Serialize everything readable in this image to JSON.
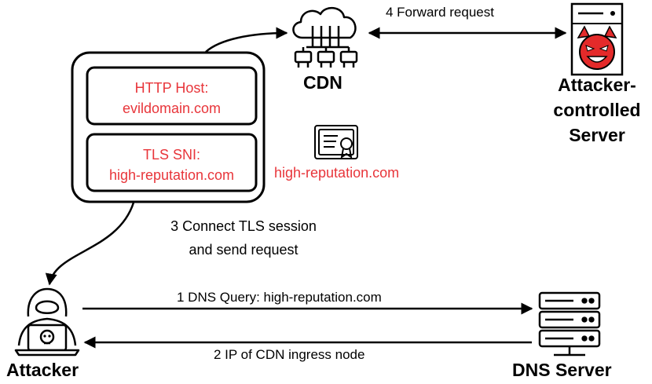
{
  "nodes": {
    "cdn": "CDN",
    "attacker_server": [
      "Attacker-",
      "controlled",
      "Server"
    ],
    "attacker": "Attacker",
    "dns_server": "DNS Server"
  },
  "packet": {
    "http_host_label": "HTTP Host:",
    "http_host_value": "evildomain.com",
    "tls_sni_label": "TLS SNI:",
    "tls_sni_value": "high-reputation.com"
  },
  "certificate_label": "high-reputation.com",
  "steps": {
    "dns_query": "1 DNS Query: high-reputation.com",
    "dns_reply": "2 IP of CDN ingress node",
    "connect_line1": "3 Connect TLS session",
    "connect_line2": "and send request",
    "forward": "4 Forward request"
  },
  "colors": {
    "highlight": "#e8353a",
    "devil": "#e42a2a"
  }
}
